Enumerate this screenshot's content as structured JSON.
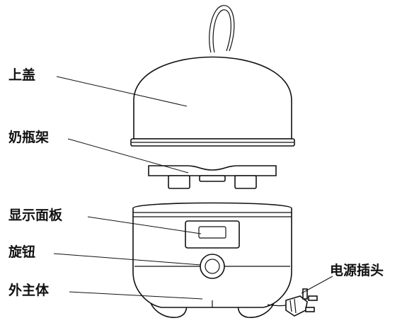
{
  "diagram": {
    "labels": {
      "lid": "上盖",
      "bottle_rack": "奶瓶架",
      "display_panel": "显示面板",
      "knob": "旋钮",
      "main_body": "外主体",
      "power_plug": "电源插头"
    }
  }
}
